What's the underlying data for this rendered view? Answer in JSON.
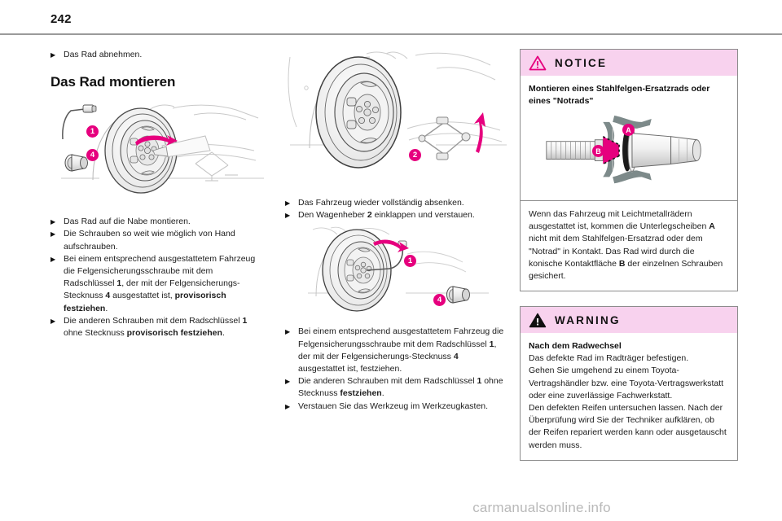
{
  "page": {
    "number": "242",
    "watermark": "carmanualsonline.info"
  },
  "left_column": {
    "top_bullet": "Das Rad abnehmen.",
    "section_title": "Das Rad montieren",
    "figure": {
      "name": "wheel-mounting-with-wheel-wrench",
      "badges": [
        {
          "label": "1",
          "meaning": "Radschlüssel"
        },
        {
          "label": "4",
          "meaning": "Felgensicherungs-Stecknuss"
        }
      ]
    },
    "bullets": [
      {
        "text_html": "Das Rad auf die Nabe montieren."
      },
      {
        "text_html": "Die Schrauben so weit wie möglich von Hand aufschrauben."
      },
      {
        "text_html": "Bei einem entsprechend ausgestattetem Fahrzeug die Felgensicherungsschraube mit dem Radschlüssel <b>1</b>, der mit der Felgensicherungs-Stecknuss <b>4</b> ausgestattet ist, <b>provisorisch festziehen</b>."
      },
      {
        "text_html": "Die anderen Schrauben mit dem Radschlüssel <b>1</b> ohne Stecknuss <b>provisorisch festziehen</b>."
      }
    ]
  },
  "middle_column": {
    "figure_top": {
      "name": "lowering-vehicle-with-jack",
      "badges": [
        {
          "label": "2",
          "meaning": "Wagenheber"
        }
      ]
    },
    "bullets_top": [
      {
        "text_html": "Das Fahrzeug wieder vollständig absenken."
      },
      {
        "text_html": "Den Wagenheber <b>2</b> einklappen und verstauen."
      }
    ],
    "figure_bottom": {
      "name": "final-tightening-with-wheel-wrench",
      "badges": [
        {
          "label": "1",
          "meaning": "Radschlüssel"
        },
        {
          "label": "4",
          "meaning": "Felgensicherungs-Stecknuss"
        }
      ]
    },
    "bullets_bottom": [
      {
        "text_html": "Bei einem entsprechend ausgestattetem Fahrzeug die Felgensicherungsschraube mit dem Radschlüssel <b>1</b>, der mit der Felgensicherungs-Stecknuss <b>4</b> ausgestattet ist, festziehen."
      },
      {
        "text_html": "Die anderen Schrauben mit dem Radschlüssel <b>1</b> ohne Stecknuss <b>festziehen</b>."
      },
      {
        "text_html": "Verstauen Sie das Werkzeug im Werkzeugkasten."
      }
    ]
  },
  "right_column": {
    "notice": {
      "label": "NOTICE",
      "icon": "warning-triangle-outline-icon",
      "heading": "Montieren eines Stahlfelgen-Ersatzrads oder eines \"Notrads\"",
      "figure": {
        "name": "wheel-bolt-washer-contact-detail",
        "badges": [
          {
            "label": "A",
            "meaning": "Unterlegscheiben"
          },
          {
            "label": "B",
            "meaning": "konische Kontaktfläche"
          }
        ]
      },
      "body_html": "Wenn das Fahrzeug mit Leichtmetallrädern ausgestattet ist, kommen die Unterlegscheiben <b>A</b> nicht mit dem Stahlfelgen-Ersatzrad oder dem \"Notrad\" in Kontakt. Das Rad wird durch die konische Kontaktfläche <b>B</b> der einzelnen Schrauben gesichert."
    },
    "warning": {
      "label": "WARNING",
      "icon": "warning-triangle-solid-icon",
      "heading": "Nach dem Radwechsel",
      "body_html": "Das defekte Rad im Radträger befestigen.<br>Gehen Sie umgehend zu einem Toyota-Vertragshändler bzw. eine Toyota-Vertragswerkstatt oder eine zuverlässige Fachwerkstatt.<br>Den defekten Reifen untersuchen lassen. Nach der Überprüfung wird Sie der Techniker aufklären, ob der Reifen repariert werden kann oder ausgetauscht werden muss."
    }
  },
  "colors": {
    "accent_magenta": "#e6007e",
    "box_header_pink": "#f8d2ee",
    "rule_gray": "#9a9a9a",
    "box_border": "#8c8c8c",
    "watermark_gray": "#b9b9b9"
  }
}
